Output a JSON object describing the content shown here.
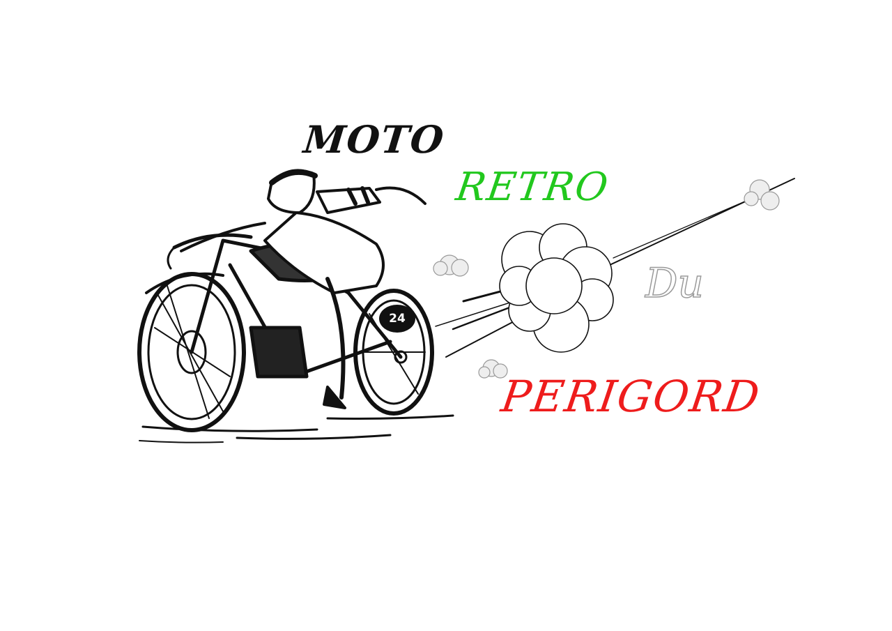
{
  "logo": {
    "word_moto": "MOTO",
    "word_retro": "RETRO",
    "word_du": "Du",
    "word_perigord": "PERIGORD",
    "race_number": "24"
  },
  "colors": {
    "moto": "#111111",
    "retro": "#22c81e",
    "du_outline": "#9a9a9a",
    "perigord": "#ee1c1c",
    "ink": "#111111"
  },
  "icons": {
    "illustration": "vintage-motorcycle-rider-icon",
    "exhaust": "smoke-cloud-icon"
  }
}
